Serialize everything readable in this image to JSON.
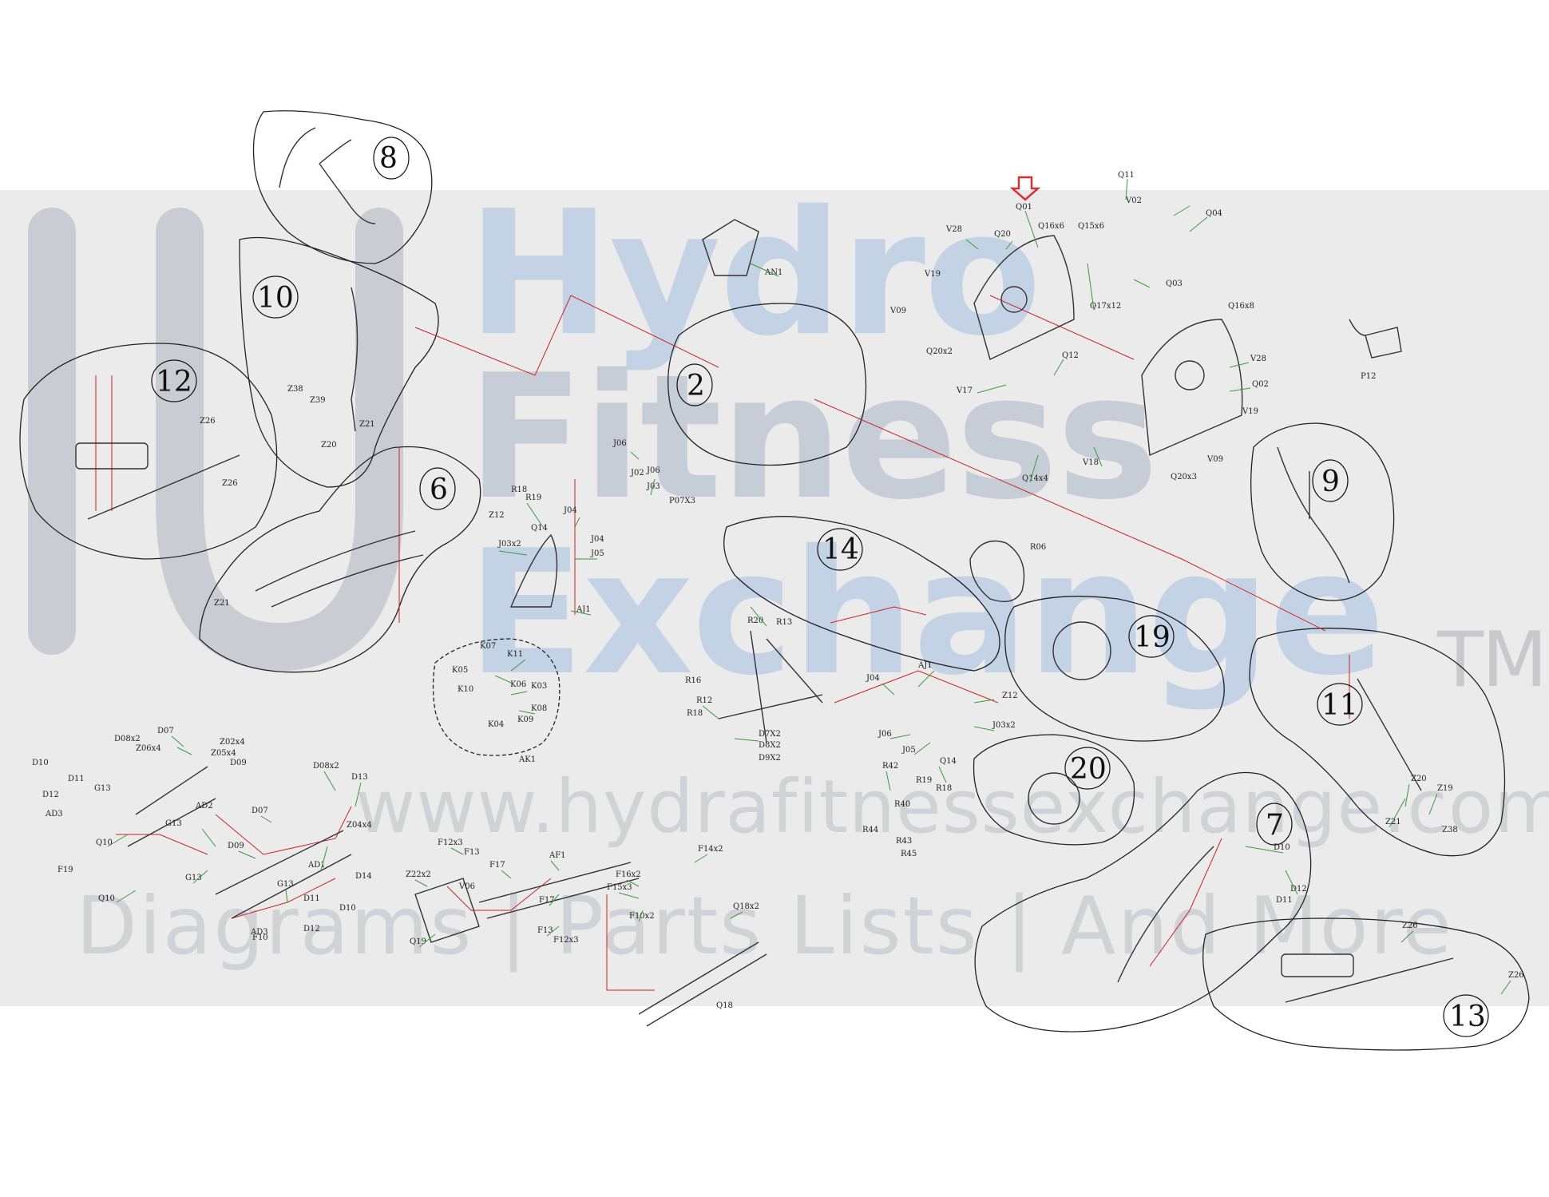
{
  "watermark": {
    "line1": "Hydro",
    "line2": "Fitness",
    "line3": "Exchange",
    "tm": "TM",
    "url": "www.hydrafitnessexchange.com",
    "tagline": "Diagrams | Parts Lists | And More"
  },
  "colors": {
    "leader": "#cc2222",
    "callout": "#3a9a3a",
    "outline": "#222222",
    "arrow": "#d83030"
  },
  "groups": [
    {
      "id": "8"
    },
    {
      "id": "10"
    },
    {
      "id": "12"
    },
    {
      "id": "6"
    },
    {
      "id": "2"
    },
    {
      "id": "14"
    },
    {
      "id": "19"
    },
    {
      "id": "20"
    },
    {
      "id": "9"
    },
    {
      "id": "11"
    },
    {
      "id": "7"
    },
    {
      "id": "13"
    }
  ],
  "labels": [
    "Q01",
    "Q11",
    "V02",
    "Q04",
    "V28",
    "Q20",
    "Q16x6",
    "Q15x6",
    "V19",
    "Q03",
    "Q17x12",
    "V09",
    "Q20x2",
    "Q16x8",
    "Q12",
    "V28",
    "Q02",
    "V17",
    "V19",
    "V18",
    "Q14x4",
    "V09",
    "Q20x3",
    "P12",
    "AN1",
    "Z26",
    "Z26",
    "Z38",
    "Z39",
    "Z20",
    "Z21",
    "J06",
    "J02",
    "J06",
    "J03",
    "P07X3",
    "R18",
    "R19",
    "Z12",
    "J04",
    "J03x2",
    "Q14",
    "J04",
    "J05",
    "AJ1",
    "Z21",
    "K07",
    "K11",
    "K05",
    "K06",
    "K10",
    "K03",
    "K08",
    "K09",
    "K04",
    "AK1",
    "R16",
    "R12",
    "R13",
    "R20",
    "R18",
    "D7X2",
    "D8X2",
    "D9X2",
    "J04",
    "AJ1",
    "Z12",
    "J06",
    "J03x2",
    "J05",
    "Q14",
    "R19",
    "R18",
    "R42",
    "R40",
    "R44",
    "R43",
    "R45",
    "R06",
    "D07",
    "D08x2",
    "Z06x4",
    "Z02x4",
    "Z05x4",
    "D09",
    "D10",
    "D11",
    "G13",
    "D12",
    "AD3",
    "AD2",
    "Q10",
    "F19",
    "G13",
    "D08x2",
    "D13",
    "D07",
    "Z04x4",
    "D09",
    "AD1",
    "D14",
    "G13",
    "Q10",
    "G13",
    "D11",
    "D10",
    "AD3",
    "F10",
    "D12",
    "F12x3",
    "F13",
    "Z22x2",
    "F17",
    "V06",
    "AF1",
    "F14x2",
    "F16x2",
    "F15x3",
    "F10x2",
    "F17",
    "F13",
    "F12x3",
    "Q19",
    "Q18x2",
    "Q18",
    "Z21",
    "Z20",
    "Z19",
    "Z38",
    "D10",
    "D12",
    "D11",
    "Z26",
    "Z26"
  ]
}
